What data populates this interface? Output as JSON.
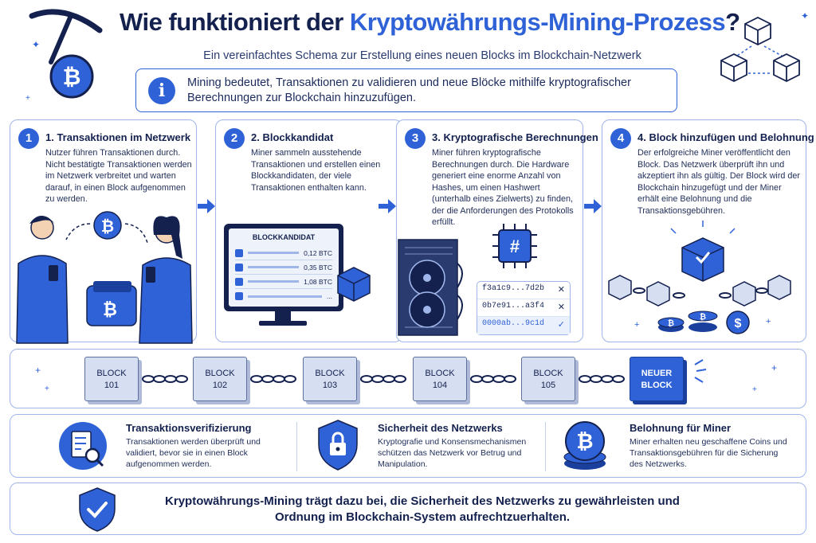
{
  "header": {
    "title_pre": "Wie funktioniert der ",
    "title_accent": "Kryptowährungs-Mining-Prozess",
    "title_post": "?",
    "subtitle": "Ein vereinfachtes Schema zur Erstellung eines neuen Blocks im Blockchain-Netzwerk"
  },
  "intro": {
    "icon": "i",
    "text": "Mining bedeutet, Transaktionen zu validieren und neue Blöcke mithilfe kryptografischer Berechnungen zur Blockchain hinzuzufügen."
  },
  "steps": [
    {
      "num": "1",
      "title": "1. Transaktionen im Netzwerk",
      "body": "Nutzer führen Transaktionen durch. Nicht bestätigte Transaktionen werden im Netzwerk verbreitet und warten darauf, in einen Block aufgenommen zu werden."
    },
    {
      "num": "2",
      "title": "2. Blockkandidat",
      "body": "Miner sammeln ausstehende Transaktionen und erstellen einen Blockkandidaten, der viele Transaktionen enthalten kann.",
      "monitor_title": "BLOCKKANDIDAT",
      "rows": [
        "0,12 BTC",
        "0,35 BTC",
        "1,08 BTC",
        "..."
      ]
    },
    {
      "num": "3",
      "title": "3. Kryptografische Berechnungen",
      "body": "Miner führen kryptografische Berechnungen durch. Die Hardware generiert eine enorme Anzahl von Hashes, um einen Hashwert (unterhalb eines Zielwerts) zu finden, der die Anforderungen des Protokolls erfüllt.",
      "chip_symbol": "#",
      "hashes": [
        {
          "value": "f3a1c9...7d2b",
          "mark": "✕"
        },
        {
          "value": "0b7e91...a3f4",
          "mark": "✕"
        },
        {
          "value": "0000ab...9c1d",
          "mark": "✓"
        }
      ]
    },
    {
      "num": "4",
      "title": "4. Block hinzufügen und Belohnung",
      "body": "Der erfolgreiche Miner veröffentlicht den Block. Das Netzwerk überprüft ihn und akzeptiert ihn als gültig. Der Block wird der Blockchain hinzugefügt und der Miner erhält eine Belohnung und die Transaktionsgebühren."
    }
  ],
  "chain": {
    "blocks": [
      {
        "line1": "BLOCK",
        "line2": "101"
      },
      {
        "line1": "BLOCK",
        "line2": "102"
      },
      {
        "line1": "BLOCK",
        "line2": "103"
      },
      {
        "line1": "BLOCK",
        "line2": "104"
      },
      {
        "line1": "BLOCK",
        "line2": "105"
      },
      {
        "line1": "NEUER",
        "line2": "BLOCK"
      }
    ]
  },
  "benefits": [
    {
      "title": "Transaktionsverifizierung",
      "text": "Transaktionen werden überprüft und validiert, bevor sie in einen Block aufgenommen werden."
    },
    {
      "title": "Sicherheit des Netzwerks",
      "text": "Kryptografie und Konsensmechanismen schützen das Netzwerk vor Betrug und Manipulation."
    },
    {
      "title": "Belohnung für Miner",
      "text": "Miner erhalten neu geschaffene Coins und Transaktionsgebühren für die Sicherung des Netzwerks."
    }
  ],
  "footer": {
    "text": "Kryptowährungs-Mining trägt dazu bei, die Sicherheit des Netzwerks zu gewährleisten und Ordnung im Blockchain-System aufrechtzuerhalten."
  },
  "colors": {
    "accent": "#2f62d6",
    "dark": "#14214f",
    "border": "#9fb6ea"
  }
}
